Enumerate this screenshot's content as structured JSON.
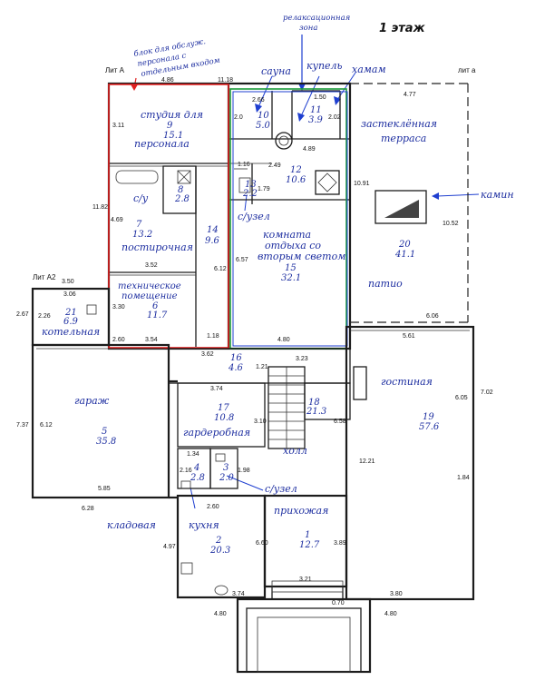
{
  "header": {
    "floor_label": "1 этаж",
    "zone_note_line1": "релаксационная",
    "zone_note_line2": "зона",
    "staff_note_line1": "блок для обслуж.",
    "staff_note_line2": "персонала с",
    "staff_note_line3": "отдельным входом"
  },
  "lit_labels": {
    "lit_a_upper": "Лит А",
    "lit_a_lower": "лит а",
    "lit_a2": "Лит А2"
  },
  "rooms": [
    {
      "id": "room-9",
      "label_line1": "студия для",
      "label_line2": "персонала",
      "number": "9",
      "area": "15.1"
    },
    {
      "id": "room-8",
      "label": "с/у",
      "number": "8",
      "area": "2.8"
    },
    {
      "id": "room-7",
      "label": "постирочная",
      "number": "7",
      "area": "13.2"
    },
    {
      "id": "room-14",
      "number": "14",
      "area": "9.6"
    },
    {
      "id": "room-6",
      "label_line1": "техническое",
      "label_line2": "помещение",
      "number": "6",
      "area": "11.7"
    },
    {
      "id": "room-10",
      "number": "10",
      "area": "5.0"
    },
    {
      "id": "room-11",
      "number": "11",
      "area": "3.9"
    },
    {
      "id": "room-12",
      "number": "12",
      "area": "10.6"
    },
    {
      "id": "room-13",
      "number": "13",
      "area": "2.2"
    },
    {
      "id": "room-15",
      "label_line1": "комната",
      "label_line2": "отдыха со",
      "label_line3": "вторым светом",
      "number": "15",
      "area": "32.1"
    },
    {
      "id": "room-20",
      "label_line1": "застеклённая",
      "label_line2": "терраса",
      "label_patio": "патио",
      "number": "20",
      "area": "41.1"
    },
    {
      "id": "room-21",
      "label": "котельная",
      "number": "21",
      "area": "6.9"
    },
    {
      "id": "room-5",
      "label": "гараж",
      "number": "5",
      "area": "35.8"
    },
    {
      "id": "room-16",
      "number": "16",
      "area": "4.6"
    },
    {
      "id": "room-17",
      "label": "гардеробная",
      "number": "17",
      "area": "10.8"
    },
    {
      "id": "room-18",
      "number": "18",
      "area": "21.3"
    },
    {
      "id": "room-19",
      "label": "гостиная",
      "number": "19",
      "area": "57.6"
    },
    {
      "id": "room-4",
      "number": "4",
      "area": "2.8"
    },
    {
      "id": "room-3",
      "number": "3",
      "area": "2.0"
    },
    {
      "id": "room-2",
      "label": "кухня",
      "number": "2",
      "area": "20.3"
    },
    {
      "id": "room-1",
      "label": "прихожая",
      "number": "1",
      "area": "12.7"
    }
  ],
  "annotations": {
    "sauna": "сауна",
    "kupel": "купель",
    "hamam": "хамам",
    "kamin": "камин",
    "suzel_1": "с/узел",
    "suzel_2": "с/узел",
    "holl": "холл",
    "kladovaya": "кладовая"
  },
  "dimensions": {
    "d_486": "4.86",
    "d_1118": "11.18",
    "d_477": "4.77",
    "d_266": "2.66",
    "d_150": "1.50",
    "d_311": "3.11",
    "d_20": "2.0",
    "d_202": "2.02",
    "d_489": "4.89",
    "d_116": "1.16",
    "d_249": "2.49",
    "d_1091": "10.91",
    "d_1182": "11.82",
    "d_469": "4.69",
    "d_179": "1.79",
    "d_1052": "10.52",
    "d_657": "6.57",
    "d_612a": "6.12",
    "d_352": "3.52",
    "d_350": "3.50",
    "d_306": "3.06",
    "d_267": "2.67",
    "d_226": "2.26",
    "d_330": "3.30",
    "d_606": "6.06",
    "d_260a": "2.60",
    "d_354": "3.54",
    "d_118": "1.18",
    "d_480a": "4.80",
    "d_561": "5.61",
    "d_362": "3.62",
    "d_323": "3.23",
    "d_121": "1.21",
    "d_374a": "3.74",
    "d_310": "3.10",
    "d_605": "6.05",
    "d_702": "7.02",
    "d_737": "7.37",
    "d_612b": "6.12",
    "d_658": "6.58",
    "d_1221": "12.21",
    "d_184": "1.84",
    "d_585": "5.85",
    "d_628": "6.28",
    "d_134": "1.34",
    "d_216": "2.16",
    "d_198": "1.98",
    "d_260b": "2.60",
    "d_660": "6.60",
    "d_497": "4.97",
    "d_389": "3.89",
    "d_321": "3.21",
    "d_374b": "3.74",
    "d_070": "0.70",
    "d_380": "3.80",
    "d_480b": "4.80",
    "d_480c": "4.80"
  },
  "colors": {
    "red_zone": "#e02020",
    "green_zone": "#1a9a3a",
    "blue_zone": "#1f3fd0",
    "ink": "#1d2ea0",
    "walls": "#1c1c1c"
  }
}
